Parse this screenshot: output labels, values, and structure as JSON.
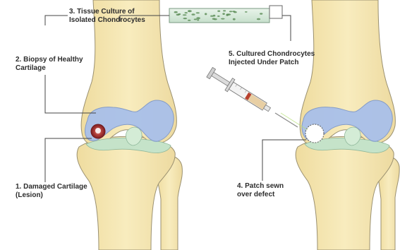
{
  "labels": {
    "step3": {
      "line1": "3. Tissue Culture of",
      "line2": "Isolated Chondrocytes"
    },
    "step2": {
      "line1": "2. Biopsy of Healthy",
      "line2": "Cartilage"
    },
    "step1": {
      "line1": "1. Damaged Cartilage",
      "line2": "(Lesion)"
    },
    "step5": {
      "line1": "5. Cultured Chondrocytes",
      "line2": "Injected Under Patch"
    },
    "step4": {
      "line1": "4. Patch sewn",
      "line2": "over defect"
    }
  },
  "colors": {
    "bone": "#f7e9b7",
    "bone_outline": "#9a9070",
    "cartilage": "#a9c0ea",
    "meniscus": "#c5e3c9",
    "lesion": "#a8262a",
    "leader_line": "#444444",
    "cells": "#5f8f5a",
    "syringe_plunger": "#b8402e"
  }
}
